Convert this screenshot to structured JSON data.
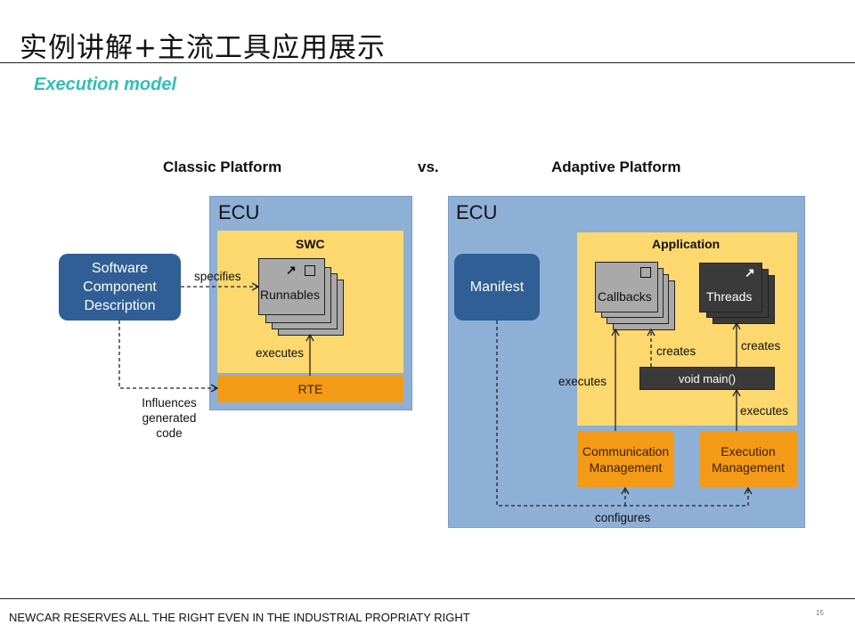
{
  "slide": {
    "title": "实例讲解+主流工具应用展示",
    "subtitle": "Execution model",
    "footer": "NEWCAR RESERVES ALL THE RIGHT EVEN IN THE INDUSTRIAL PROPRIATY RIGHT",
    "page_number": "15"
  },
  "diagram": {
    "vs_label": "vs.",
    "classic": {
      "heading": "Classic Platform",
      "ecu_label": "ECU",
      "swc_label": "SWC",
      "runnables_label": "Runnables",
      "rte_label": "RTE",
      "swc_description": "Software Component Description",
      "specifies_label": "specifies",
      "executes_label": "executes",
      "influences_label": "Influences generated code"
    },
    "adaptive": {
      "heading": "Adaptive Platform",
      "ecu_label": "ECU",
      "application_label": "Application",
      "manifest_label": "Manifest",
      "callbacks_label": "Callbacks",
      "threads_label": "Threads",
      "main_label": "void main()",
      "comm_mgmt_label": "Communication Management",
      "exec_mgmt_label": "Execution Management",
      "creates_label_1": "creates",
      "creates_label_2": "creates",
      "executes_label_1": "executes",
      "executes_label_2": "executes",
      "configures_label": "configures"
    },
    "colors": {
      "ecu": "#8fb0d6",
      "yellow": "#fcd86e",
      "orange": "#f39a17",
      "blue_box": "#2f5f94",
      "subtitle": "#2fc0b8"
    }
  }
}
